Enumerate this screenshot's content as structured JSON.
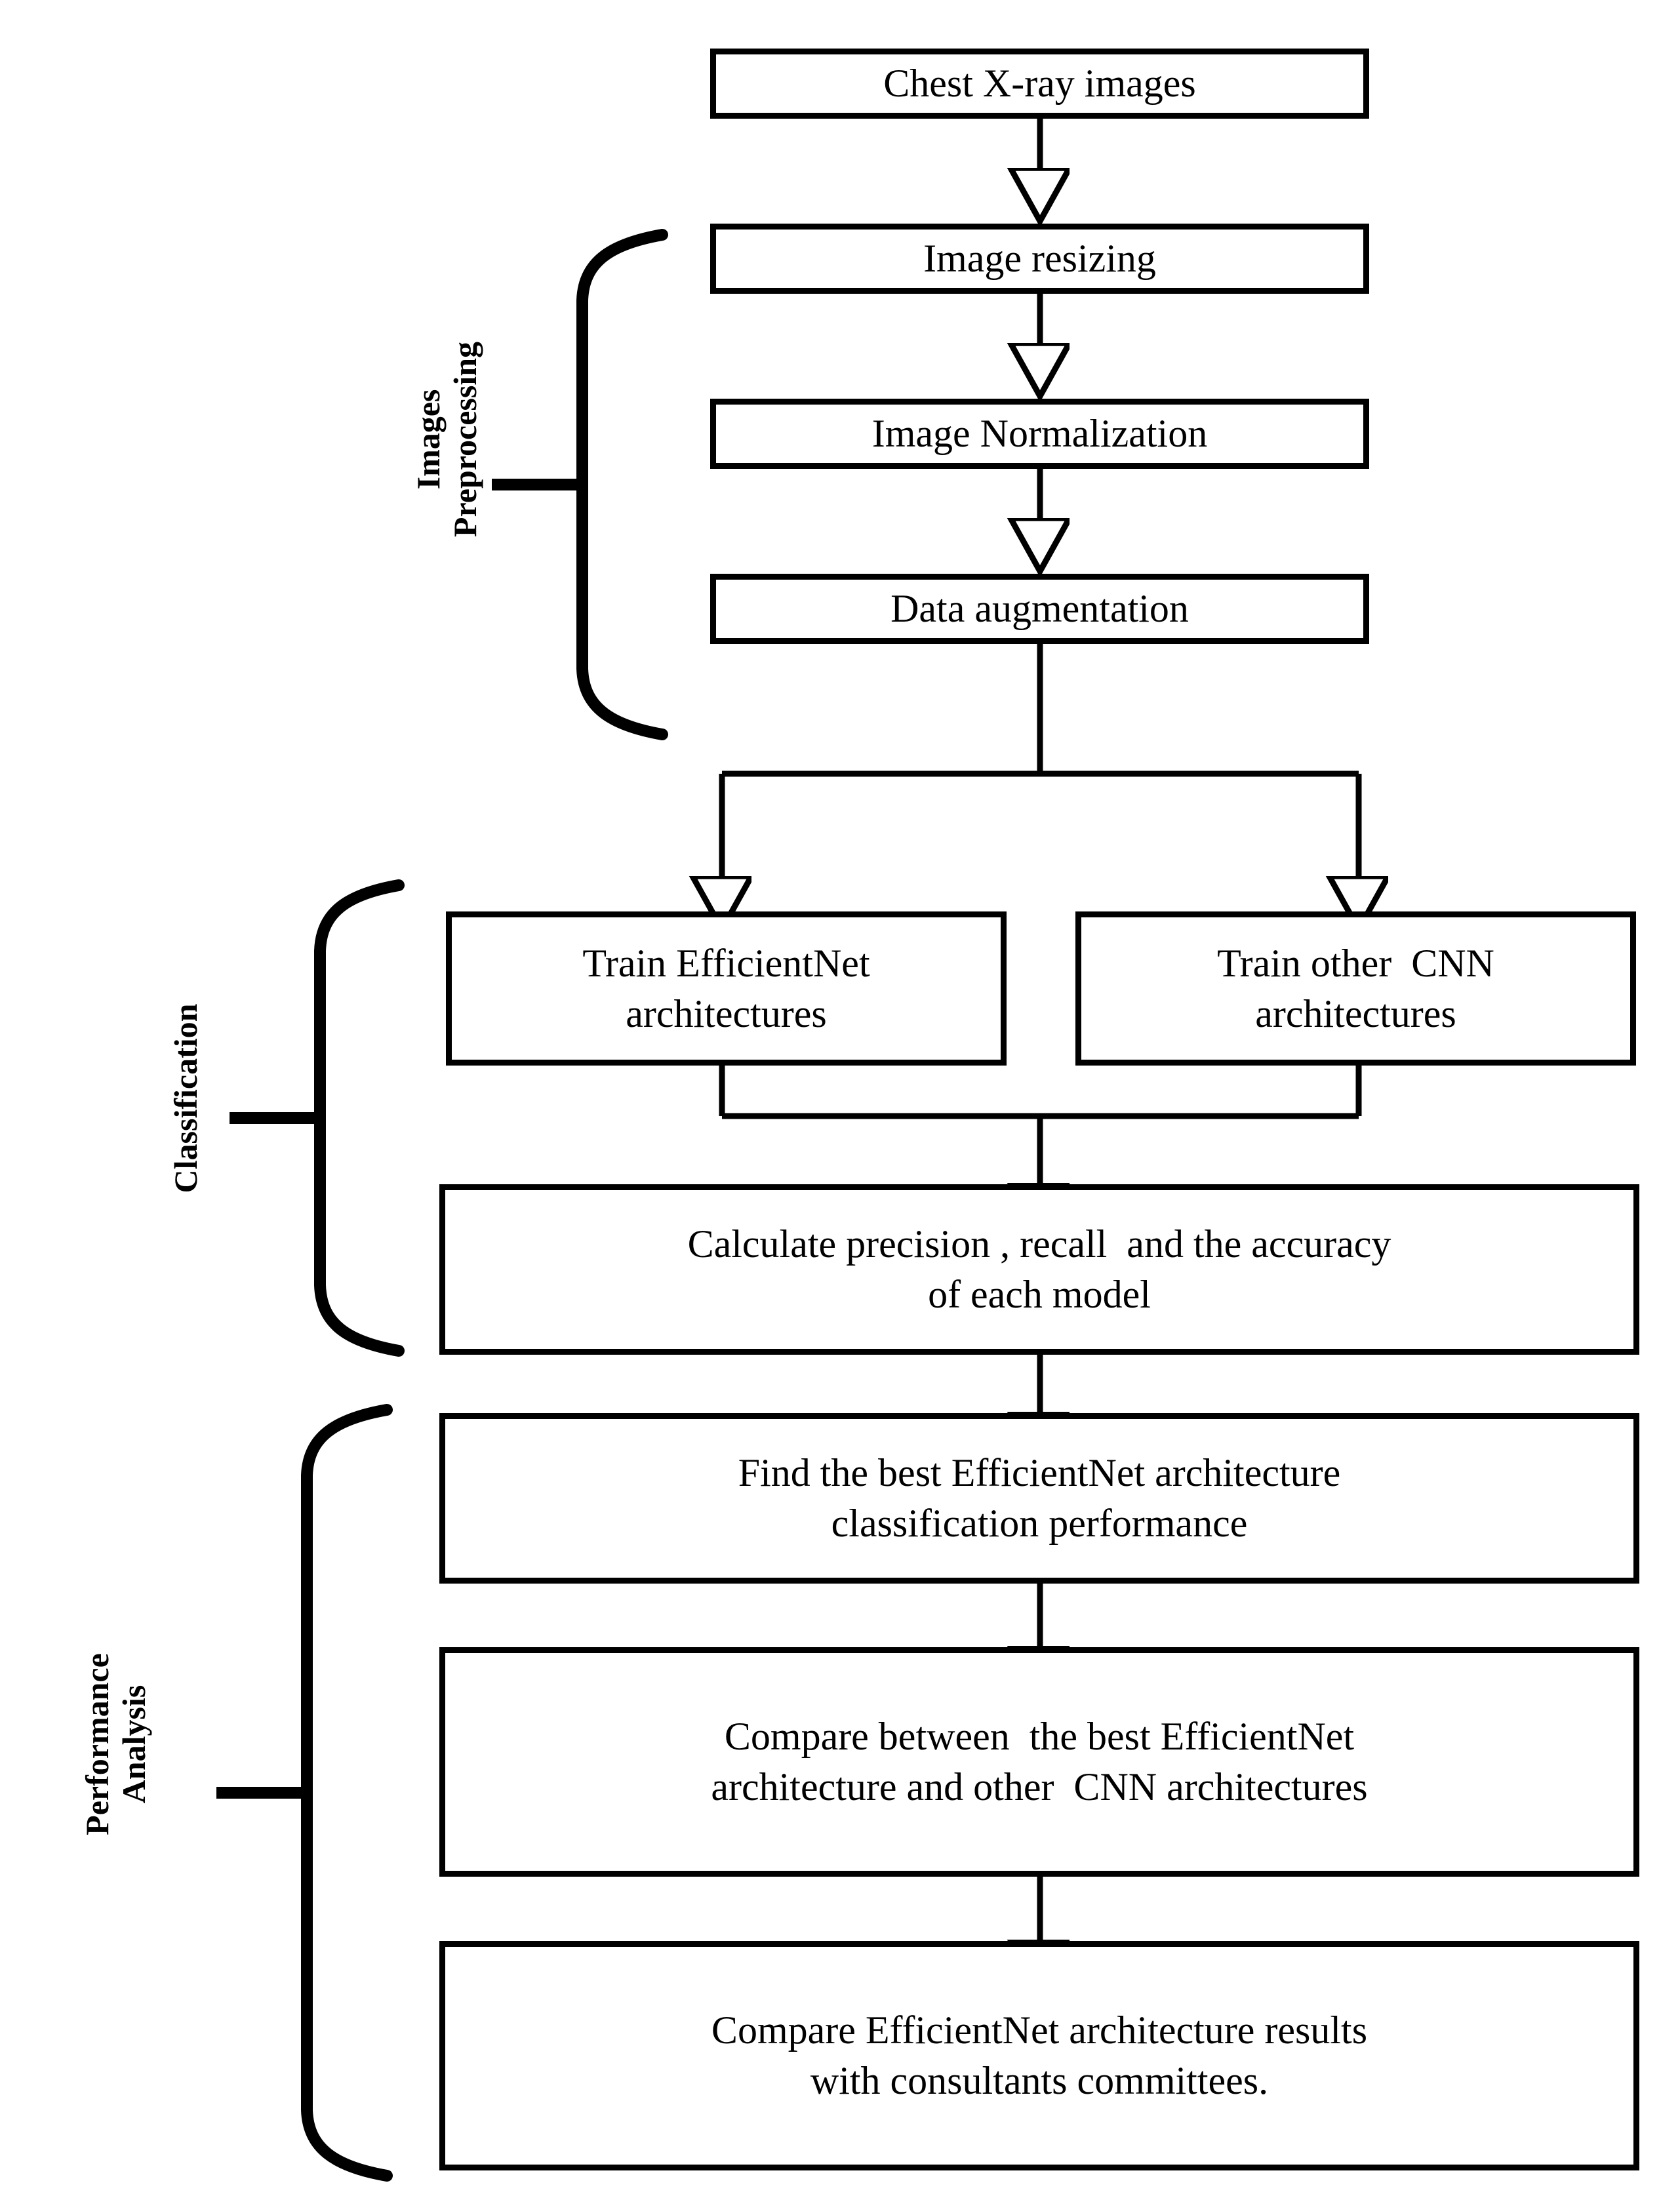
{
  "diagram": {
    "title": "Chest X-ray classification methodology flowchart",
    "colors": {
      "stroke": "#000000",
      "fill": "#ffffff",
      "text": "#000000"
    },
    "groups": [
      {
        "id": "preprocessing",
        "label": "Images\nPreprocessing"
      },
      {
        "id": "classification",
        "label": "Classification"
      },
      {
        "id": "performance",
        "label": "Performance\nAnalysis"
      }
    ],
    "nodes": [
      {
        "id": "n1",
        "label": "Chest X-ray images"
      },
      {
        "id": "n2",
        "label": "Image resizing"
      },
      {
        "id": "n3",
        "label": "Image Normalization"
      },
      {
        "id": "n4",
        "label": "Data augmentation"
      },
      {
        "id": "n5",
        "label": "Train EfficientNet\narchitectures"
      },
      {
        "id": "n6",
        "label": "Train other  CNN\narchitectures"
      },
      {
        "id": "n7",
        "label": "Calculate precision , recall  and the accuracy\nof each model"
      },
      {
        "id": "n8",
        "label": "Find the best EfficientNet architecture\nclassification performance"
      },
      {
        "id": "n9",
        "label": "Compare between  the best EfficientNet\narchitecture and other  CNN architectures"
      },
      {
        "id": "n10",
        "label": "Compare EfficientNet architecture results\nwith consultants committees."
      }
    ],
    "edges": [
      {
        "from": "n1",
        "to": "n2",
        "kind": "arrow"
      },
      {
        "from": "n2",
        "to": "n3",
        "kind": "arrow"
      },
      {
        "from": "n3",
        "to": "n4",
        "kind": "arrow"
      },
      {
        "from": "n4",
        "to": "n5",
        "kind": "split-arrow"
      },
      {
        "from": "n4",
        "to": "n6",
        "kind": "split-arrow"
      },
      {
        "from": "n5",
        "to": "n7",
        "kind": "merge-arrow"
      },
      {
        "from": "n6",
        "to": "n7",
        "kind": "merge-arrow"
      },
      {
        "from": "n7",
        "to": "n8",
        "kind": "arrow"
      },
      {
        "from": "n8",
        "to": "n9",
        "kind": "arrow"
      },
      {
        "from": "n9",
        "to": "n10",
        "kind": "arrow"
      }
    ]
  }
}
